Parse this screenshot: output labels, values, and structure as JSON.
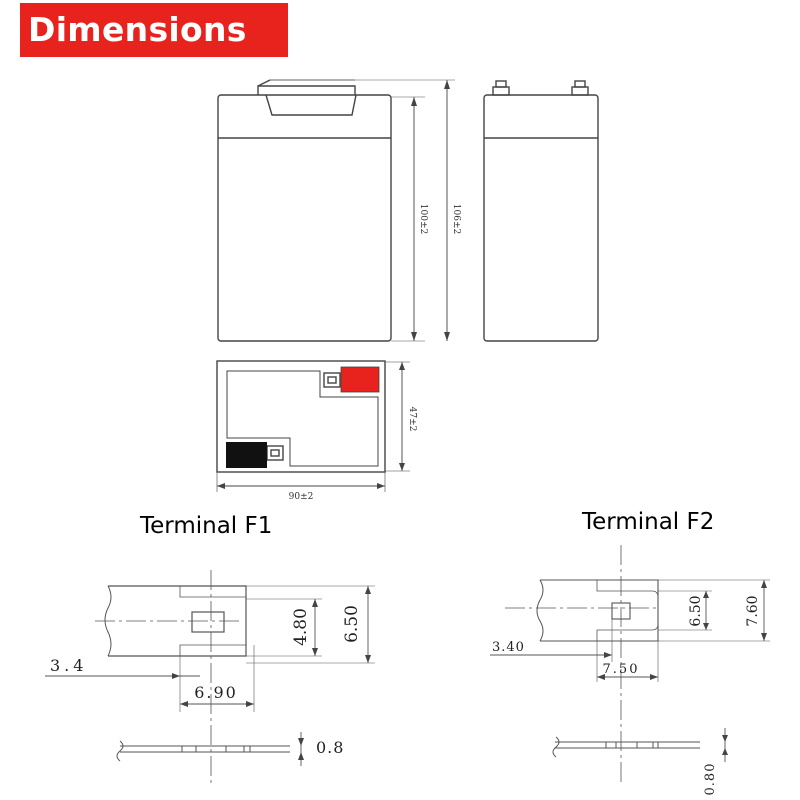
{
  "title": "Dimensions",
  "terminal_f1": {
    "heading": "Terminal F1",
    "dim_width": "6.90",
    "dim_hole": "4.80",
    "dim_height": "6.50",
    "dim_offset": "3.4",
    "dim_thickness": "0.8"
  },
  "terminal_f2": {
    "heading": "Terminal F2",
    "dim_hole": "6.50",
    "dim_height": "7.60",
    "dim_offset": "3.40",
    "dim_width": "7.50",
    "dim_thickness": "0.80"
  },
  "battery": {
    "height_label": "100±2",
    "total_height_label": "106±2",
    "depth_label": "47±2",
    "width_label": "90±2",
    "positive_color": "#e8221c",
    "negative_color": "#111111"
  }
}
